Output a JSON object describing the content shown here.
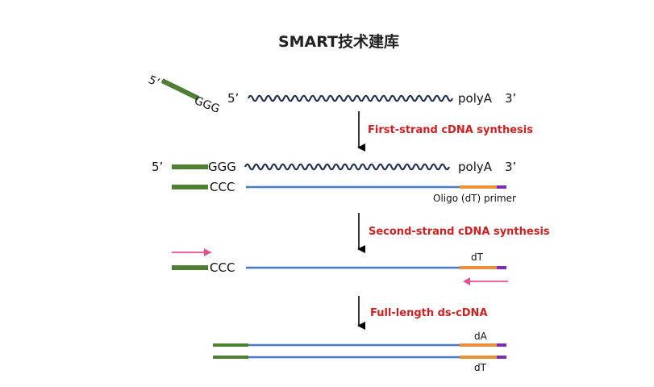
{
  "title": "SMART技术建库",
  "colors": {
    "green": "#4f7f35",
    "blue": "#4a78c2",
    "orange": "#e8903a",
    "purple": "#7b2fb0",
    "wave": "#1f2d4e",
    "step_red": "#d02020",
    "arrow": "#000000",
    "primer_pink": "#e9508f"
  },
  "stage1": {
    "label_5prime_left": "5’",
    "label_ggg": "GGG",
    "label_5prime_mrna": "5’",
    "label_polya": "polyA",
    "label_3prime": "3’"
  },
  "step1": {
    "label": "First-strand cDNA synthesis"
  },
  "stage2": {
    "label_5prime": "5’",
    "label_ggg": "GGG",
    "label_polya": "polyA",
    "label_3prime": "3’",
    "label_ccc": "CCC",
    "label_primer": "Oligo (dT) primer"
  },
  "step2": {
    "label": "Second-strand cDNA synthesis"
  },
  "stage3": {
    "label_ccc": "CCC",
    "label_dt": "dT"
  },
  "step3": {
    "label": "Full-length ds-cDNA"
  },
  "stage4": {
    "label_da": "dA",
    "label_dt": "dT"
  }
}
